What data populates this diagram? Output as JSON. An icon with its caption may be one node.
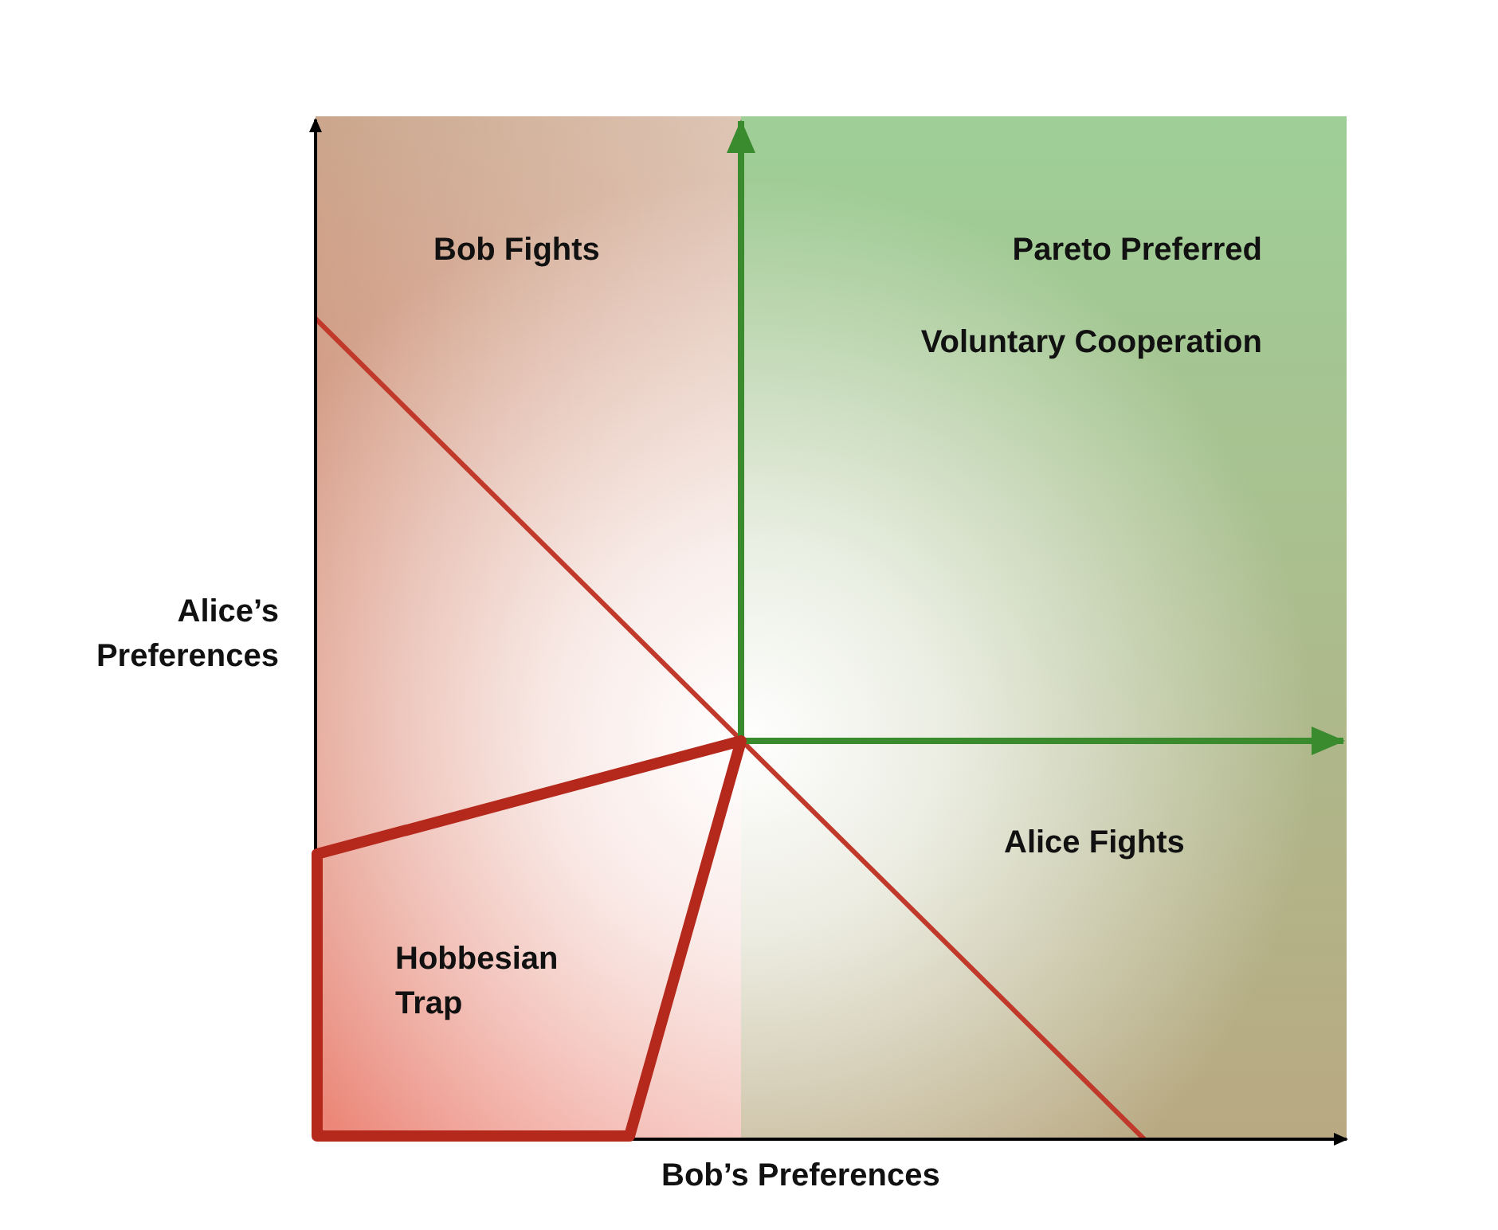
{
  "diagram": {
    "nodes": [
      {
        "text": [
          "Hobbesian Trap"
        ]
      }
    ],
    "labels": [
      "Bob Fights",
      "Pareto Preferred",
      "Voluntary Cooperation",
      "Alice’s Preferences",
      "Alice Fights",
      "Bob’s Preferences"
    ]
  }
}
